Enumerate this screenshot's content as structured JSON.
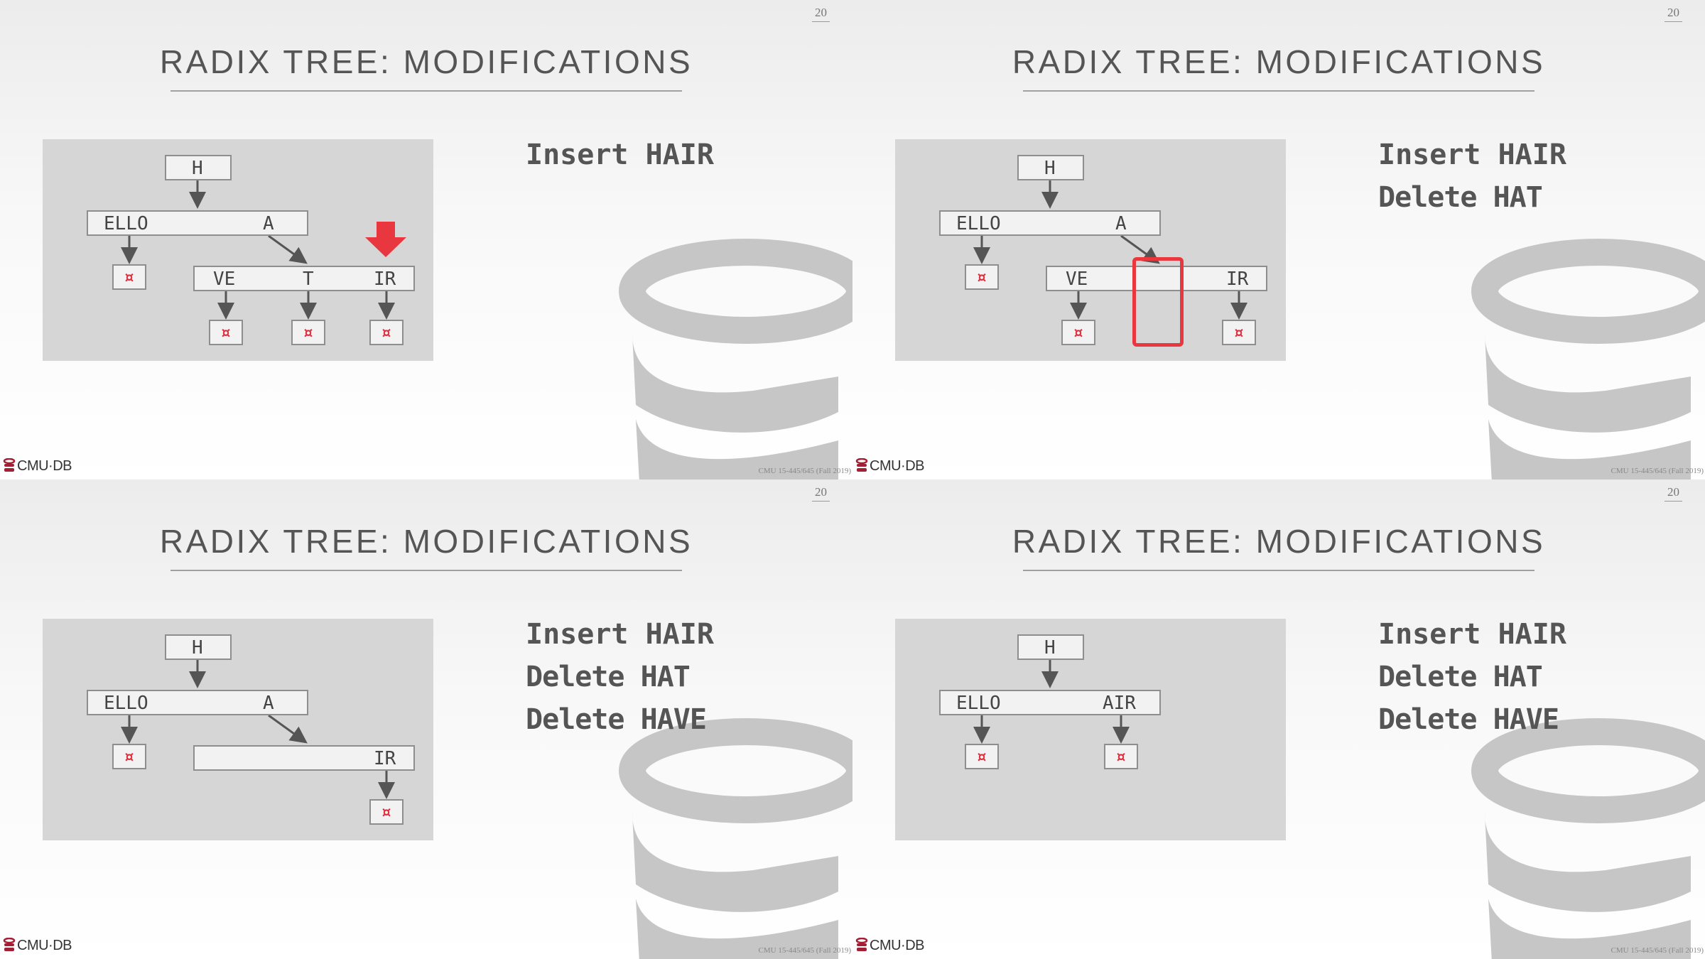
{
  "slides": [
    {
      "page_number": "20",
      "title": "RADIX TREE: MODIFICATIONS",
      "operations": [
        "Insert HAIR"
      ],
      "footer_logo": "CMU·DB",
      "footer_course": "CMU 15-445/645 (Fall 2019)",
      "tree": {
        "root": "H",
        "level1": [
          "ELLO",
          "A"
        ],
        "level2": [
          "VE",
          "T",
          "IR"
        ],
        "leaf_symbol": "¤"
      },
      "highlight": "insert-arrow"
    },
    {
      "page_number": "20",
      "title": "RADIX TREE: MODIFICATIONS",
      "operations": [
        "Insert HAIR",
        "Delete HAT"
      ],
      "footer_logo": "CMU·DB",
      "footer_course": "CMU 15-445/645 (Fall 2019)",
      "tree": {
        "root": "H",
        "level1": [
          "ELLO",
          "A"
        ],
        "level2": [
          "VE",
          "IR"
        ],
        "leaf_symbol": "¤"
      },
      "highlight": "removed-slot-box"
    },
    {
      "page_number": "20",
      "title": "RADIX TREE: MODIFICATIONS",
      "operations": [
        "Insert HAIR",
        "Delete HAT",
        "Delete HAVE"
      ],
      "footer_logo": "CMU·DB",
      "footer_course": "CMU 15-445/645 (Fall 2019)",
      "tree": {
        "root": "H",
        "level1": [
          "ELLO",
          "A"
        ],
        "level2": [
          "IR"
        ],
        "leaf_symbol": "¤"
      }
    },
    {
      "page_number": "20",
      "title": "RADIX TREE: MODIFICATIONS",
      "operations": [
        "Insert HAIR",
        "Delete HAT",
        "Delete HAVE"
      ],
      "footer_logo": "CMU·DB",
      "footer_course": "CMU 15-445/645 (Fall 2019)",
      "tree": {
        "root": "H",
        "level1": [
          "ELLO",
          "AIR"
        ],
        "leaf_symbol": "¤"
      }
    }
  ],
  "colors": {
    "accent_red": "#e8373e",
    "logo_gray": "#c6c6c6",
    "panel_gray": "#d6d6d6"
  }
}
